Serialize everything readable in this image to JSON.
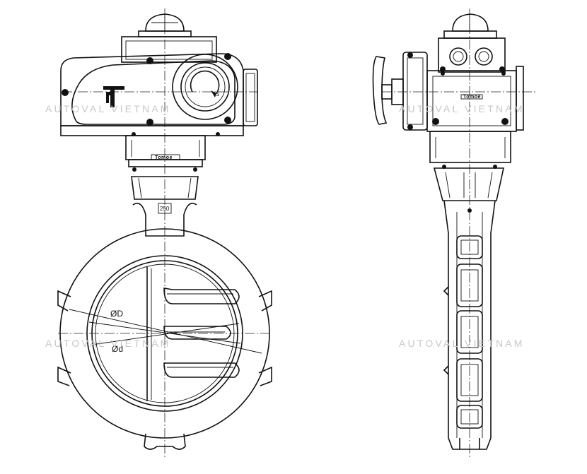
{
  "watermark": "AUTOVAL VIETNAM",
  "labels": {
    "outer_diameter": "ØD",
    "inner_diameter": "Ød",
    "pad_dimension": "250",
    "direction_mark": "S",
    "brand_plate": "Tomoe"
  },
  "logo_icon": "tt-brand-mark-icon"
}
